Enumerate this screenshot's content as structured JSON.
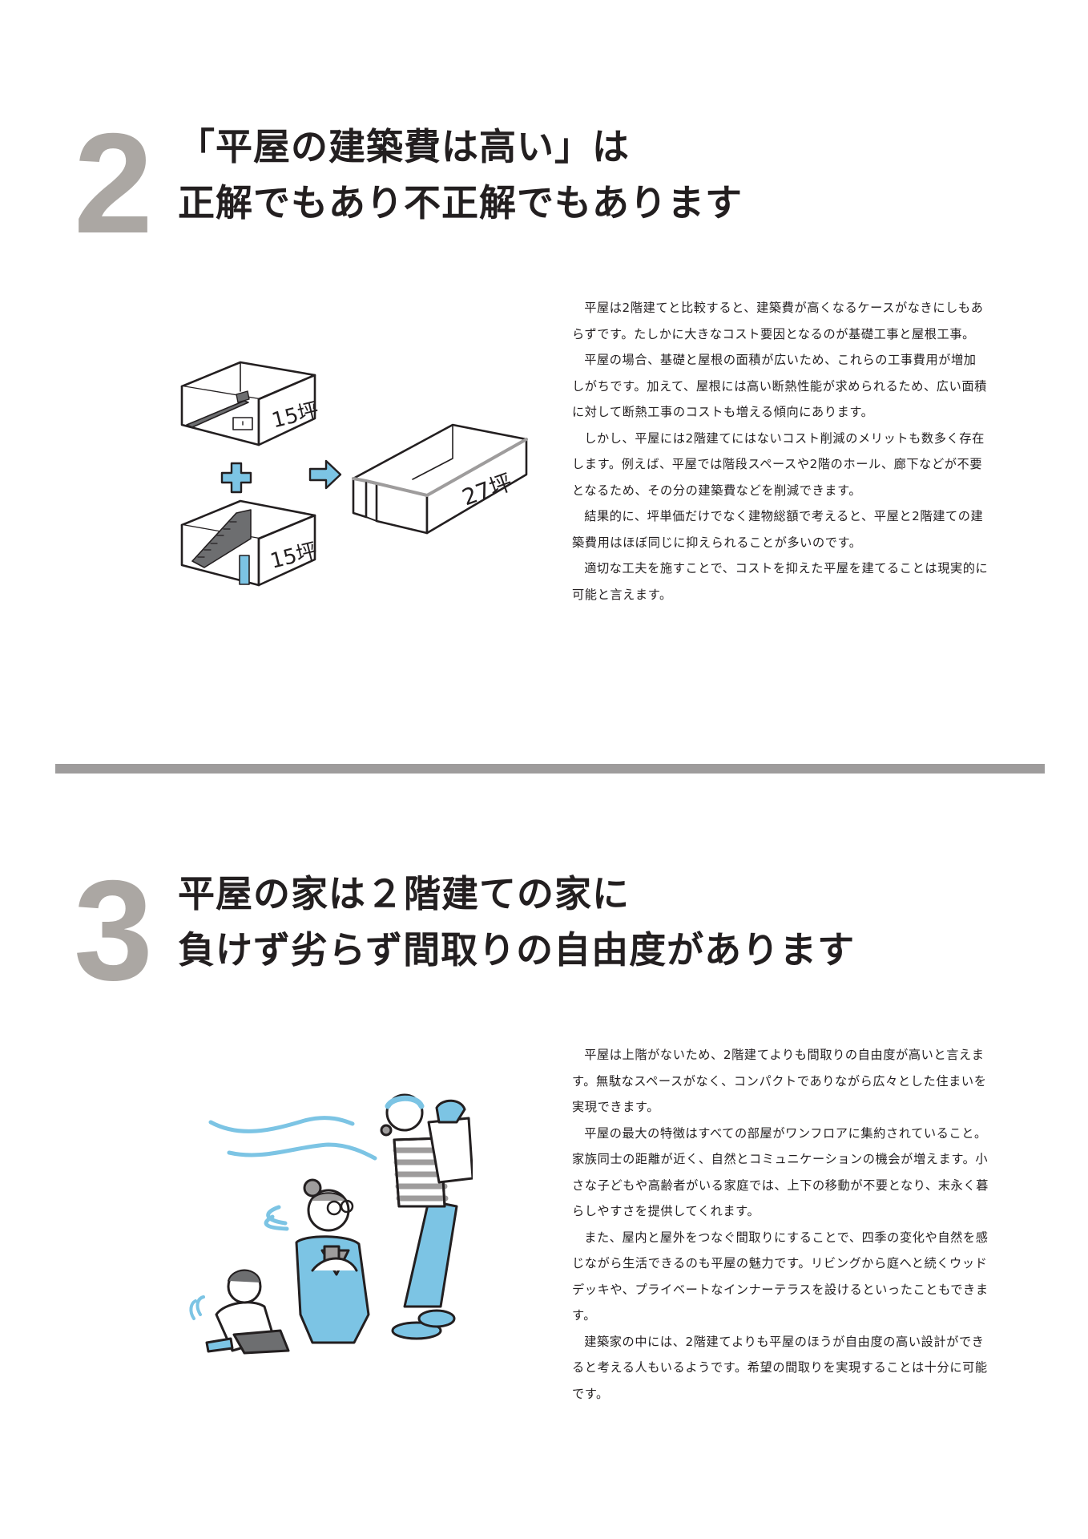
{
  "colors": {
    "number_gray": "#aba7a3",
    "text": "#231f20",
    "accent_blue": "#7cc4e4",
    "divider_gray": "#9e9c9c"
  },
  "sections": [
    {
      "number": "2",
      "title_lines": [
        "「平屋の建築費は高い」は",
        "正解でもあり不正解でもあります"
      ],
      "paragraphs": [
        "平屋は2階建てと比較すると、建築費が高くなるケースがなきにしもあらずです。たしかに大きなコスト要因となるのが基礎工事と屋根工事。",
        "平屋の場合、基礎と屋根の面積が広いため、これらの工事費用が増加しがちです。加えて、屋根には高い断熱性能が求められるため、広い面積に対して断熱工事のコストも増える傾向にあります。",
        "しかし、平屋には2階建てにはないコスト削減のメリットも数多く存在します。例えば、平屋では階段スペースや2階のホール、廊下などが不要となるため、その分の建築費などを削減できます。",
        "結果的に、坪単価だけでなく建物総額で考えると、平屋と2階建ての建築費用はほぼ同じに抑えられることが多いのです。",
        "適切な工夫を施すことで、コストを抑えた平屋を建てることは現実的に可能と言えます。"
      ],
      "illustration": {
        "description": "two-story house split into two 15-tsubo floors combining into one 27-tsubo single-story house",
        "labels": {
          "upper_floor": "15坪",
          "lower_floor": "15坪",
          "result": "27坪"
        },
        "icons": [
          "plus-icon",
          "arrow-right-icon"
        ]
      }
    },
    {
      "number": "3",
      "title_lines": [
        "平屋の家は２階建ての家に",
        "負けず劣らず間取りの自由度があります"
      ],
      "paragraphs": [
        "平屋は上階がないため、2階建てよりも間取りの自由度が高いと言えます。無駄なスペースがなく、コンパクトでありながら広々とした住まいを実現できます。",
        "平屋の最大の特徴はすべての部屋がワンフロアに集約されていること。家族同士の距離が近く、自然とコミュニケーションの機会が増えます。小さな子どもや高齢者がいる家庭では、上下の移動が不要となり、末永く暮らしやすさを提供してくれます。",
        "また、屋内と屋外をつなぐ間取りにすることで、四季の変化や自然を感じながら生活できるのも平屋の魅力です。リビングから庭へと続くウッドデッキや、プライベートなインナーテラスを設けるといったこともできます。",
        "建築家の中には、2階建てよりも平屋のほうが自由度の高い設計ができると考える人もいるようです。希望の間取りを実現することは十分に可能です。"
      ],
      "illustration": {
        "description": "family of three generations: child playing with toy car, grandmother in kimono sitting, mother carrying laundry basket, breeze lines"
      }
    }
  ]
}
